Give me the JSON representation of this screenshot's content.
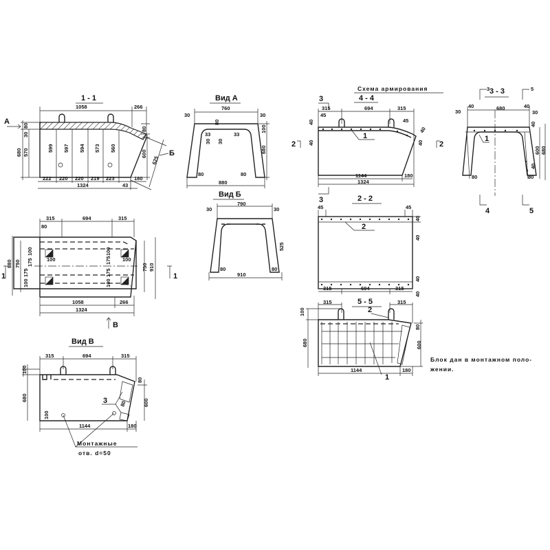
{
  "section_1_1": {
    "title": "1 - 1",
    "view_arrow_a": "А",
    "view_arrow_b": "Б",
    "dims_top": [
      "1058",
      "266"
    ],
    "dims_bottom": [
      "222",
      "220",
      "220",
      "219",
      "223",
      "180"
    ],
    "dim_total": "1324",
    "dim_43": "43",
    "dims_left": [
      "680",
      "570",
      "30",
      "80"
    ],
    "dims_right": [
      "600",
      "80"
    ],
    "dim_inclined": "625",
    "dims_heights": [
      "599",
      "597",
      "594",
      "573",
      "560"
    ]
  },
  "view_a": {
    "title": "Вид А",
    "dims": [
      "760",
      "30",
      "30",
      "80",
      "33",
      "33",
      "30",
      "30",
      "680",
      "80",
      "80",
      "880",
      "100"
    ]
  },
  "view_b": {
    "title": "Вид Б",
    "dims": [
      "790",
      "30",
      "30",
      "525",
      "80",
      "80",
      "910"
    ]
  },
  "plan": {
    "dims_top": [
      "315",
      "694",
      "315",
      "80"
    ],
    "dims_left": [
      "880",
      "750",
      "100",
      "175",
      "175",
      "100"
    ],
    "dims_inner": [
      "100",
      "100",
      "175",
      "175",
      "100",
      "100"
    ],
    "dims_right": [
      "750",
      "910"
    ],
    "dims_bottom": [
      "1058",
      "266",
      "1324"
    ],
    "section_marks": [
      "1",
      "1"
    ],
    "view_arrow": "В"
  },
  "reinforcement": {
    "title": "Схема армирования",
    "section_4_4": {
      "title": "4 - 4",
      "dims_top": [
        "315",
        "694",
        "315",
        "45",
        "45"
      ],
      "dims_side": [
        "40",
        "40",
        "40",
        "40"
      ],
      "dims_bottom": [
        "1144",
        "180",
        "1324"
      ],
      "marks": [
        "3",
        "3",
        "2",
        "2"
      ],
      "callout": "1"
    },
    "section_3_3": {
      "title": "3 - 3",
      "dims": [
        "40",
        "680",
        "40",
        "30",
        "30",
        "40",
        "600",
        "680",
        "40",
        "80",
        "80"
      ],
      "callout": "1",
      "marks": [
        "4",
        "5",
        "3",
        "5"
      ]
    },
    "section_2_2": {
      "title": "2 - 2",
      "dims": [
        "45",
        "45",
        "40",
        "40",
        "40",
        "40"
      ],
      "dims_bottom": [
        "315",
        "694",
        "315"
      ],
      "callout": "2"
    },
    "section_5_5": {
      "title": "5 - 5",
      "dims_top": [
        "315",
        "315"
      ],
      "dims_side": [
        "100",
        "680",
        "80",
        "600"
      ],
      "dims_bottom": [
        "1144",
        "180"
      ],
      "callouts": [
        "2",
        "1"
      ]
    }
  },
  "view_v": {
    "title": "Вид В",
    "dims_top": [
      "315",
      "694",
      "315"
    ],
    "dims_side": [
      "100",
      "680",
      "80",
      "600",
      "100"
    ],
    "dims_bottom": [
      "1144",
      "180"
    ],
    "dim_80": "80",
    "callout": "3",
    "holes_note_line1": "Монтажные",
    "holes_note_line2": "отв. d=50"
  },
  "note": {
    "line1": "Блок дан в монтажном поло-",
    "line2": "жении."
  }
}
